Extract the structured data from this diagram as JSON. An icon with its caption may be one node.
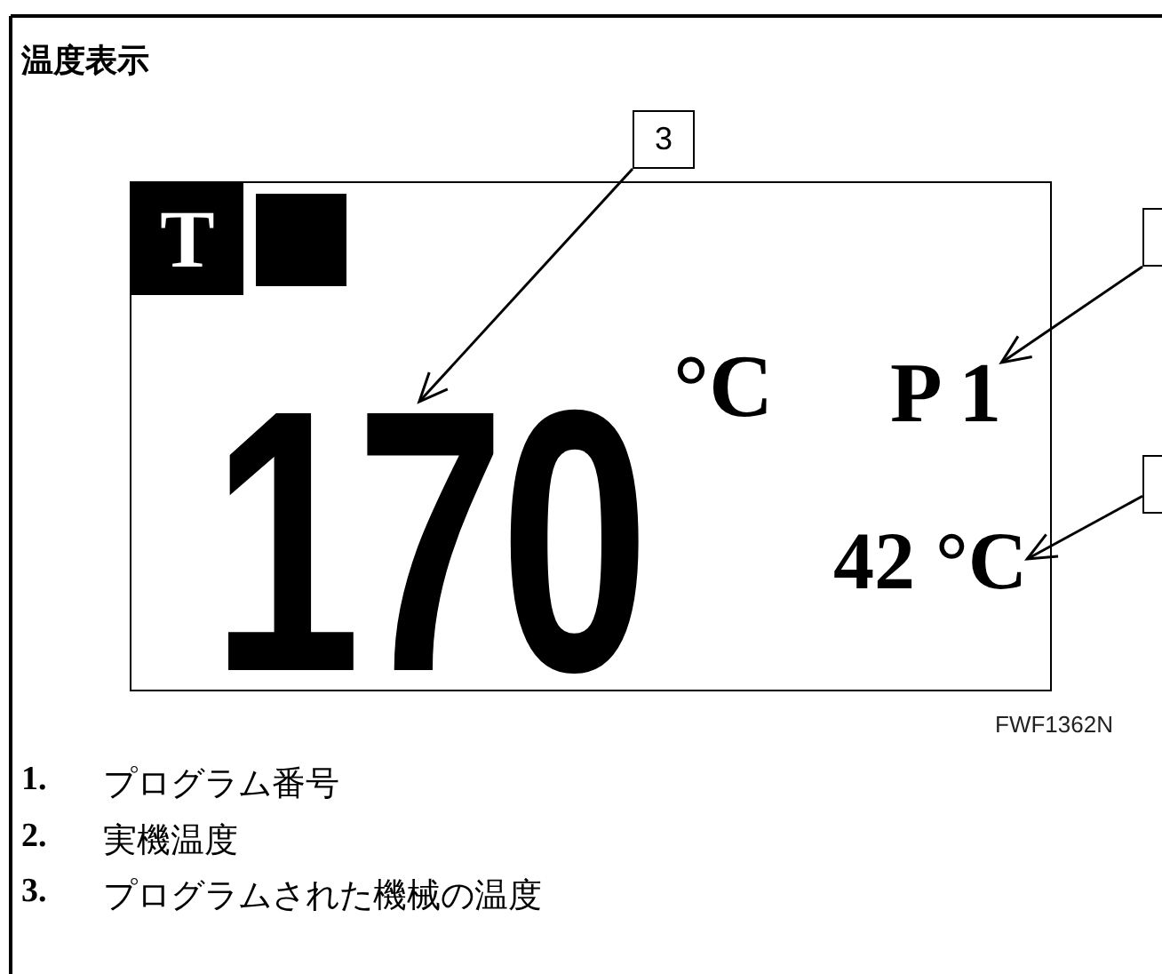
{
  "diagram": {
    "title": "温度表示",
    "nodes": [
      {
        "text": [],
        "shape": "box"
      },
      {
        "text": [
          "T"
        ],
        "in": 0
      },
      {
        "text": [],
        "shape": "box",
        "in": 0
      },
      {
        "text": [
          "170"
        ],
        "in": 0
      },
      {
        "text": [
          "°C"
        ],
        "in": 0
      },
      {
        "text": [
          "P 1"
        ],
        "in": 0
      },
      {
        "text": [
          "42 °C"
        ],
        "in": 0
      },
      {
        "text": [
          "3"
        ]
      },
      {
        "text": [],
        "shape": "box"
      },
      {
        "text": [],
        "shape": "box"
      }
    ],
    "edges": [
      {
        "from": 7,
        "to": 3,
        "arrow": "to"
      },
      {
        "from": 8,
        "to": 5,
        "arrow": "to"
      },
      {
        "from": 9,
        "to": 6,
        "arrow": "to"
      }
    ],
    "labels": [
      "FWF1362N",
      "1.",
      "プログラム番号",
      "2.",
      "実機温度",
      "3.",
      "プログラムされた機械の温度"
    ]
  }
}
